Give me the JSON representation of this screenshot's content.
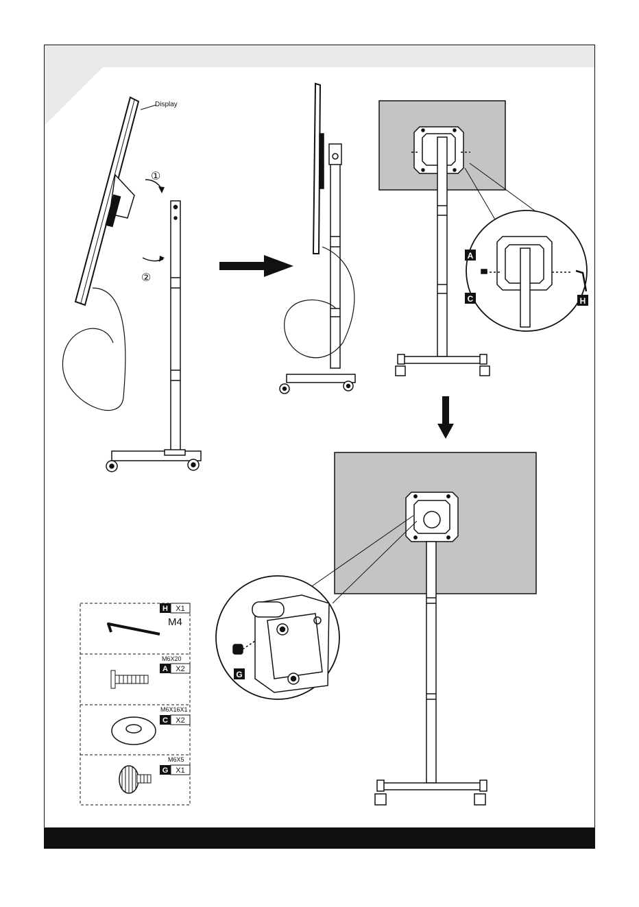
{
  "step1": {
    "display_label": "Display",
    "arrow_1": "①",
    "arrow_2": "②"
  },
  "step2_detail": {
    "callout_A": "A",
    "callout_C": "C",
    "callout_H": "H"
  },
  "step3_detail": {
    "callout_G": "G"
  },
  "parts": [
    {
      "size": "",
      "code": "H",
      "qty": "X1",
      "note": "M4",
      "icon": "hex-key-icon"
    },
    {
      "size": "M6X20",
      "code": "A",
      "qty": "X2",
      "note": "",
      "icon": "bolt-icon"
    },
    {
      "size": "M6X16X1",
      "code": "C",
      "qty": "X2",
      "note": "",
      "icon": "washer-icon"
    },
    {
      "size": "M6X5",
      "code": "G",
      "qty": "X1",
      "note": "",
      "icon": "thumb-screw-icon"
    }
  ],
  "colors": {
    "screen_gray": "#c4c4c4",
    "ink": "#111111",
    "top_band": "#e9e9e9",
    "bottom_band": "#0f0f0f"
  }
}
